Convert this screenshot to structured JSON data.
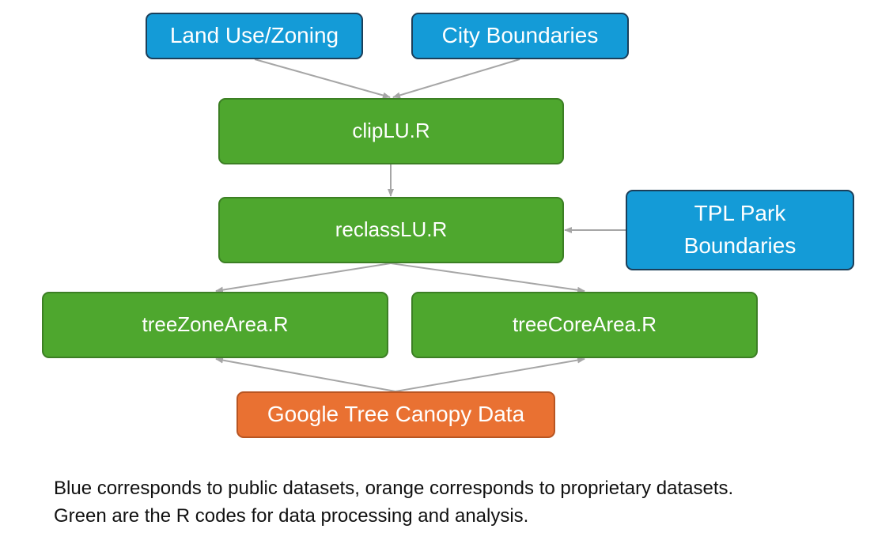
{
  "colors": {
    "public_dataset": "#149bd7",
    "r_code": "#4ea72e",
    "proprietary_dataset": "#e97132",
    "connector": "#a6a6a6"
  },
  "nodes": {
    "land_use": "Land Use/Zoning",
    "city_boundaries": "City Boundaries",
    "clip_lu": "clipLU.R",
    "reclass_lu": "reclassLU.R",
    "tpl_park_line1": "TPL Park",
    "tpl_park_line2": "Boundaries",
    "tree_zone_area": "treeZoneArea.R",
    "tree_core_area": "treeCoreArea.R",
    "google_canopy": "Google Tree Canopy Data"
  },
  "caption": {
    "line1": "Blue corresponds to public datasets, orange corresponds to proprietary datasets.",
    "line2": "Green are the R codes for data processing and analysis."
  }
}
